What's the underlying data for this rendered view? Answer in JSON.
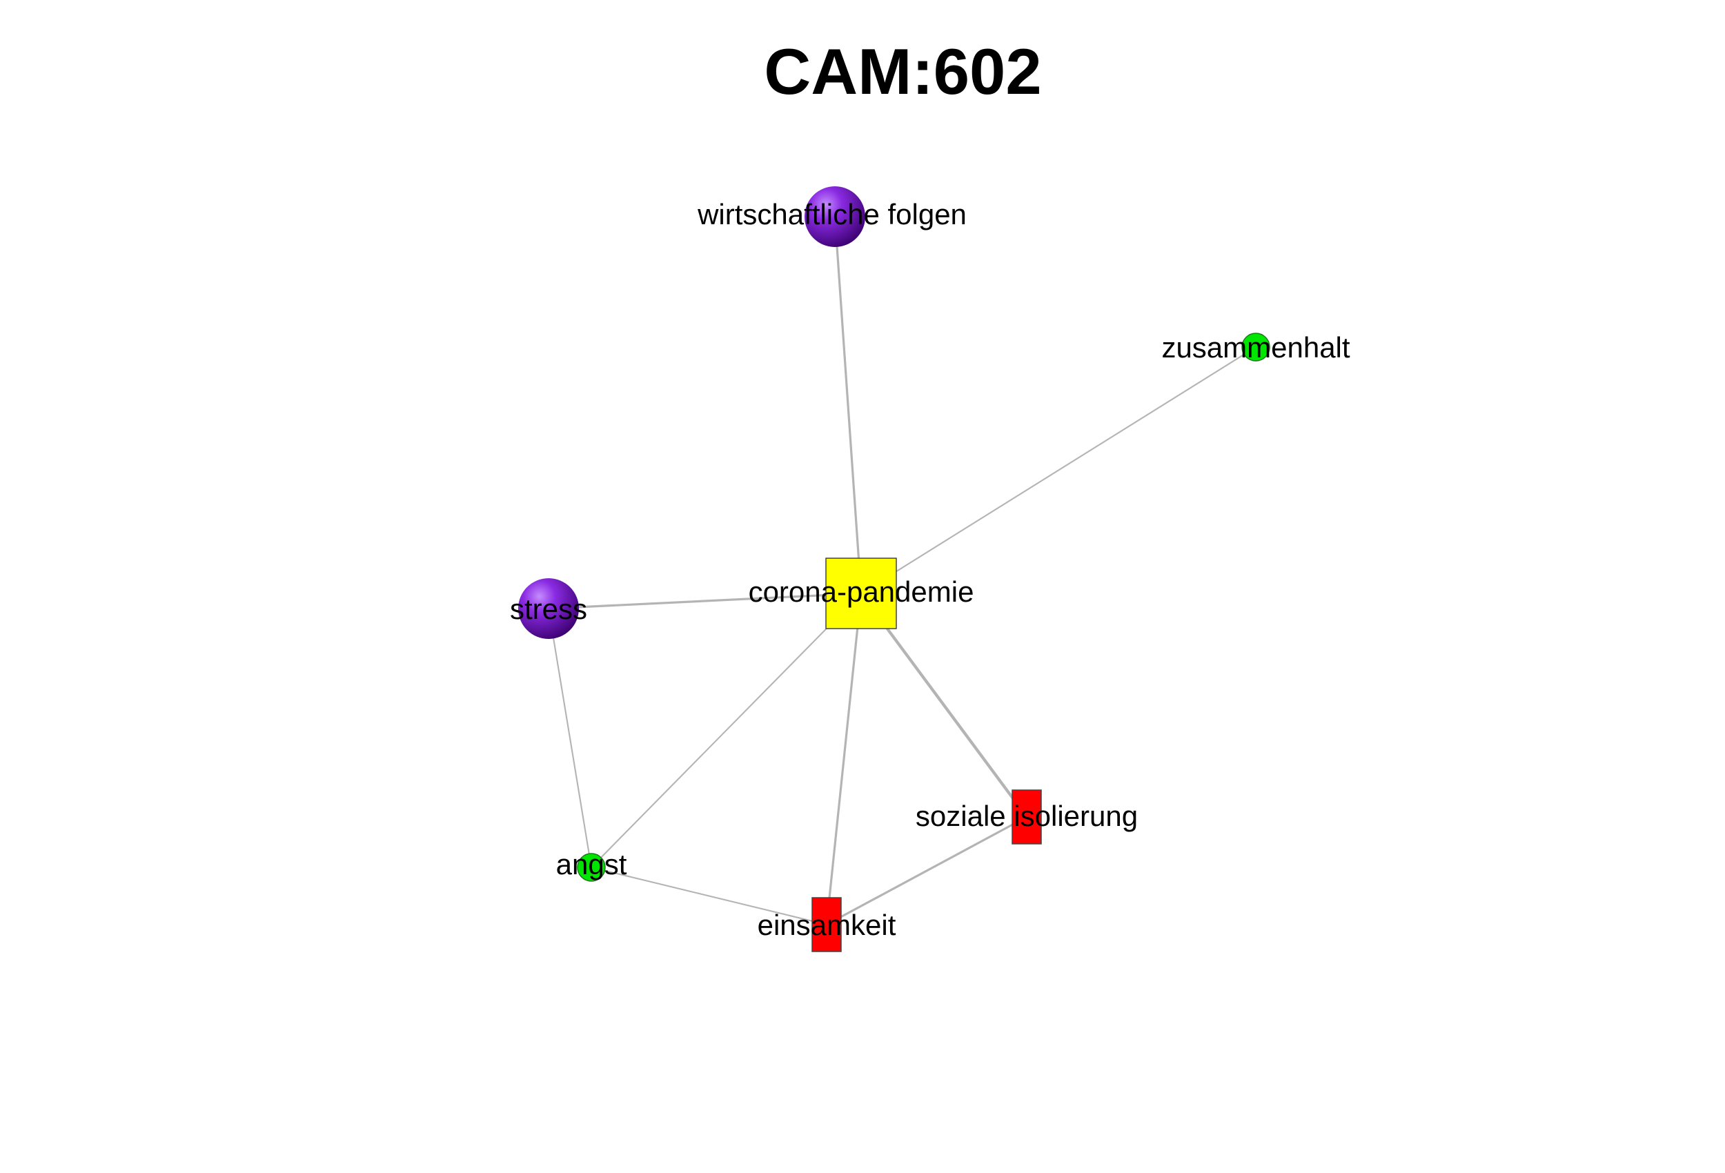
{
  "title": "CAM:602",
  "nodes": [
    {
      "id": "wirtschaftliche",
      "label": "wirtschaftliche folgen",
      "shape": "sphere",
      "color": "#6a0dad"
    },
    {
      "id": "zusammenhalt",
      "label": "zusammenhalt",
      "shape": "circle",
      "color": "#00e600"
    },
    {
      "id": "corona",
      "label": "corona-pandemie",
      "shape": "square",
      "color": "#ffff00"
    },
    {
      "id": "stress",
      "label": "stress",
      "shape": "sphere",
      "color": "#6a0dad"
    },
    {
      "id": "soziale",
      "label": "soziale isolierung",
      "shape": "rect",
      "color": "#ff0000"
    },
    {
      "id": "angst",
      "label": "angst",
      "shape": "circle",
      "color": "#00e600"
    },
    {
      "id": "einsamkeit",
      "label": "einsamkeit",
      "shape": "rect",
      "color": "#ff0000"
    }
  ],
  "edges": [
    {
      "from": "corona",
      "to": "wirtschaftliche",
      "weight": 2
    },
    {
      "from": "corona",
      "to": "zusammenhalt",
      "weight": 1
    },
    {
      "from": "corona",
      "to": "stress",
      "weight": 2
    },
    {
      "from": "corona",
      "to": "soziale",
      "weight": 3
    },
    {
      "from": "corona",
      "to": "angst",
      "weight": 1
    },
    {
      "from": "corona",
      "to": "einsamkeit",
      "weight": 2
    },
    {
      "from": "stress",
      "to": "angst",
      "weight": 1
    },
    {
      "from": "angst",
      "to": "einsamkeit",
      "weight": 1
    },
    {
      "from": "einsamkeit",
      "to": "soziale",
      "weight": 2
    }
  ]
}
